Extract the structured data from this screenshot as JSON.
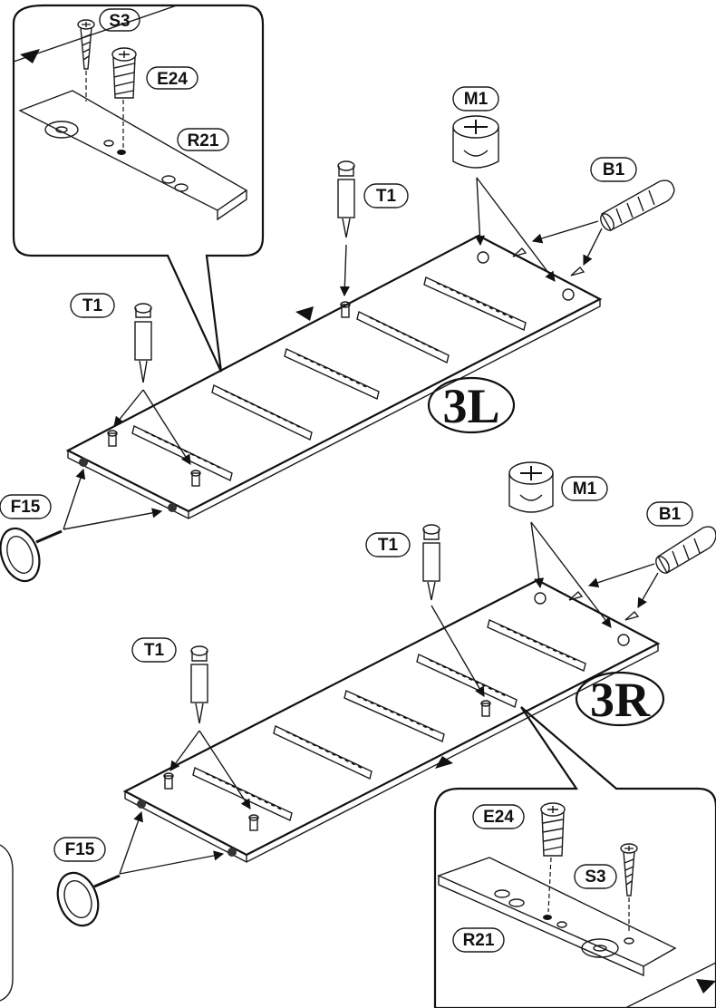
{
  "panels": [
    {
      "id": "3L",
      "label": "3L",
      "parts": {
        "T1_a": "T1",
        "T1_b": "T1",
        "M1": "M1",
        "B1": "B1",
        "F15": "F15"
      },
      "detail": {
        "S3": "S3",
        "E24": "E24",
        "R21": "R21"
      }
    },
    {
      "id": "3R",
      "label": "3R",
      "parts": {
        "T1_a": "T1",
        "T1_b": "T1",
        "M1": "M1",
        "B1": "B1",
        "F15": "F15"
      },
      "detail": {
        "S3": "S3",
        "E24": "E24",
        "R21": "R21"
      }
    }
  ],
  "colors": {
    "ink": "#111111",
    "part_fill": "#d9d9d9",
    "background": "#ffffff"
  }
}
